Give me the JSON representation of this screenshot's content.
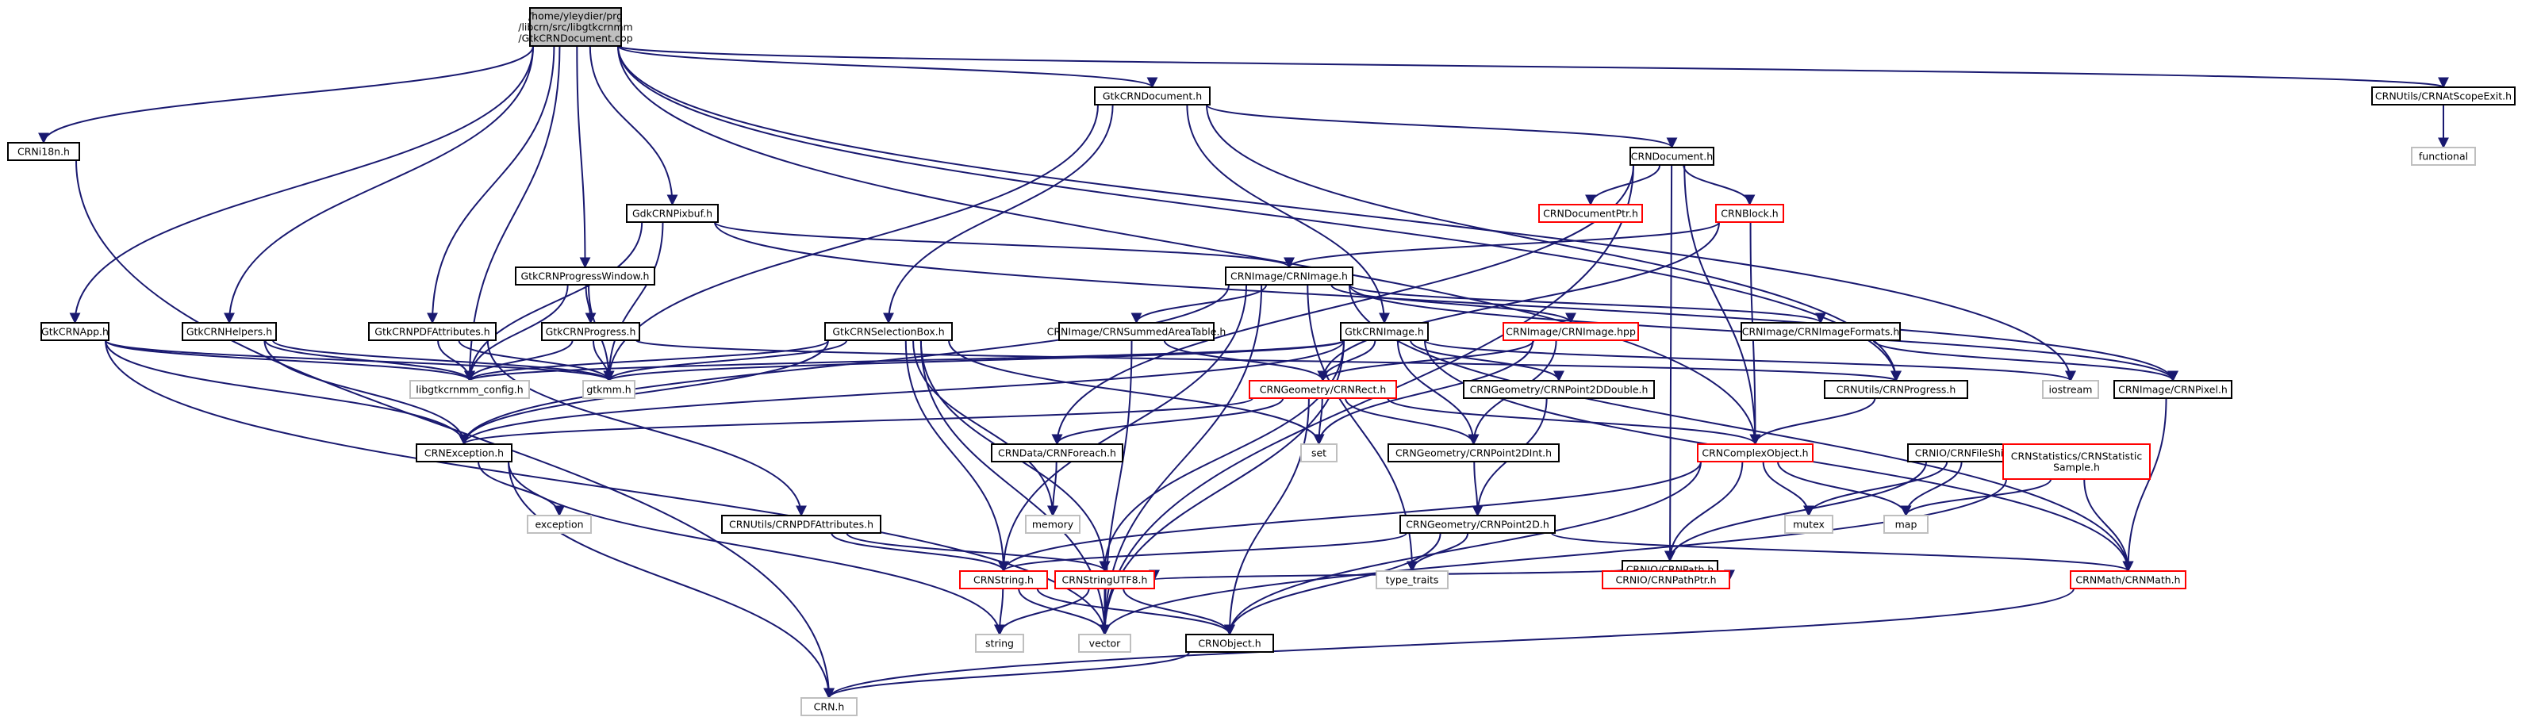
{
  "colors": {
    "edge": "#191970",
    "node_border": "#000000",
    "missing_border": "#bfbfbf",
    "error_border": "#ff0000",
    "root_fill": "#bfbfbf",
    "node_fill": "#ffffff",
    "text": "#000000"
  },
  "graph": {
    "nodes": [
      {
        "id": "root",
        "lines": [
          "/home/yleydier/prg",
          "/libcrn/src/libgtkcrnmm",
          "/GtkCRNDocument.cpp"
        ],
        "style": "root"
      },
      {
        "id": "crni18n",
        "lines": [
          "CRNi18n.h"
        ],
        "style": "normal"
      },
      {
        "id": "gtkcrnapp",
        "lines": [
          "GtkCRNApp.h"
        ],
        "style": "normal"
      },
      {
        "id": "gtkcrnhelpers",
        "lines": [
          "GtkCRNHelpers.h"
        ],
        "style": "normal"
      },
      {
        "id": "gtkcrnpdfattr",
        "lines": [
          "GtkCRNPDFAttributes.h"
        ],
        "style": "normal"
      },
      {
        "id": "gtkcrnprogresswin",
        "lines": [
          "GtkCRNProgressWindow.h"
        ],
        "style": "normal"
      },
      {
        "id": "gtkcrnprogress",
        "lines": [
          "GtkCRNProgress.h"
        ],
        "style": "normal"
      },
      {
        "id": "gdkcrnpixbuf",
        "lines": [
          "GdkCRNPixbuf.h"
        ],
        "style": "normal"
      },
      {
        "id": "gtkcrndocument",
        "lines": [
          "GtkCRNDocument.h"
        ],
        "style": "normal"
      },
      {
        "id": "crndocument",
        "lines": [
          "CRNDocument.h"
        ],
        "style": "normal"
      },
      {
        "id": "crndocumentptr",
        "lines": [
          "CRNDocumentPtr.h"
        ],
        "style": "error"
      },
      {
        "id": "crnblock",
        "lines": [
          "CRNBlock.h"
        ],
        "style": "error"
      },
      {
        "id": "crnimage",
        "lines": [
          "CRNImage/CRNImage.h"
        ],
        "style": "normal"
      },
      {
        "id": "crnatscopeexit",
        "lines": [
          "CRNUtils/CRNAtScopeExit.h"
        ],
        "style": "normal"
      },
      {
        "id": "functional",
        "lines": [
          "functional"
        ],
        "style": "missing"
      },
      {
        "id": "gtkcrnselbox",
        "lines": [
          "GtkCRNSelectionBox.h"
        ],
        "style": "normal"
      },
      {
        "id": "summedarea",
        "lines": [
          "CRNImage/CRNSummedAreaTable.h"
        ],
        "style": "normal"
      },
      {
        "id": "gtkcrnimage",
        "lines": [
          "GtkCRNImage.h"
        ],
        "style": "normal"
      },
      {
        "id": "crnimagehpp",
        "lines": [
          "CRNImage/CRNImage.hpp"
        ],
        "style": "error"
      },
      {
        "id": "imageformats",
        "lines": [
          "CRNImage/CRNImageFormats.h"
        ],
        "style": "normal"
      },
      {
        "id": "libgtkconfig",
        "lines": [
          "libgtkcrnmm_config.h"
        ],
        "style": "missing"
      },
      {
        "id": "gtkmm",
        "lines": [
          "gtkmm.h"
        ],
        "style": "missing"
      },
      {
        "id": "crnrect",
        "lines": [
          "CRNGeometry/CRNRect.h"
        ],
        "style": "error"
      },
      {
        "id": "point2ddouble",
        "lines": [
          "CRNGeometry/CRNPoint2DDouble.h"
        ],
        "style": "normal"
      },
      {
        "id": "crnprogress",
        "lines": [
          "CRNUtils/CRNProgress.h"
        ],
        "style": "normal"
      },
      {
        "id": "iostream",
        "lines": [
          "iostream"
        ],
        "style": "missing"
      },
      {
        "id": "crnpixel",
        "lines": [
          "CRNImage/CRNPixel.h"
        ],
        "style": "normal"
      },
      {
        "id": "crnexception",
        "lines": [
          "CRNException.h"
        ],
        "style": "normal"
      },
      {
        "id": "crnforeach",
        "lines": [
          "CRNData/CRNForeach.h"
        ],
        "style": "normal"
      },
      {
        "id": "set",
        "lines": [
          "set"
        ],
        "style": "missing"
      },
      {
        "id": "point2dint",
        "lines": [
          "CRNGeometry/CRNPoint2DInt.h"
        ],
        "style": "normal"
      },
      {
        "id": "complexobject",
        "lines": [
          "CRNComplexObject.h"
        ],
        "style": "error"
      },
      {
        "id": "fileshield",
        "lines": [
          "CRNIO/CRNFileShield.h"
        ],
        "style": "normal"
      },
      {
        "id": "statsample",
        "lines": [
          "CRNStatistics/CRNStatistic",
          "Sample.h"
        ],
        "style": "error"
      },
      {
        "id": "exception",
        "lines": [
          "exception"
        ],
        "style": "missing"
      },
      {
        "id": "memory",
        "lines": [
          "memory"
        ],
        "style": "missing"
      },
      {
        "id": "mutex",
        "lines": [
          "mutex"
        ],
        "style": "missing"
      },
      {
        "id": "map",
        "lines": [
          "map"
        ],
        "style": "missing"
      },
      {
        "id": "pdfattributes",
        "lines": [
          "CRNUtils/CRNPDFAttributes.h"
        ],
        "style": "normal"
      },
      {
        "id": "point2d",
        "lines": [
          "CRNGeometry/CRNPoint2D.h"
        ],
        "style": "normal"
      },
      {
        "id": "crnpath",
        "lines": [
          "CRNIO/CRNPath.h"
        ],
        "style": "normal"
      },
      {
        "id": "type_traits",
        "lines": [
          "type_traits"
        ],
        "style": "missing"
      },
      {
        "id": "crnstring",
        "lines": [
          "CRNString.h"
        ],
        "style": "error"
      },
      {
        "id": "crnstringutf8",
        "lines": [
          "CRNStringUTF8.h"
        ],
        "style": "error"
      },
      {
        "id": "crnpathptr",
        "lines": [
          "CRNIO/CRNPathPtr.h"
        ],
        "style": "error"
      },
      {
        "id": "crnmath",
        "lines": [
          "CRNMath/CRNMath.h"
        ],
        "style": "error"
      },
      {
        "id": "string",
        "lines": [
          "string"
        ],
        "style": "missing"
      },
      {
        "id": "vector",
        "lines": [
          "vector"
        ],
        "style": "missing"
      },
      {
        "id": "crnobject",
        "lines": [
          "CRNObject.h"
        ],
        "style": "normal"
      },
      {
        "id": "crnh",
        "lines": [
          "CRN.h"
        ],
        "style": "missing"
      }
    ],
    "edges": [
      [
        "root",
        "crni18n"
      ],
      [
        "root",
        "gtkcrnapp"
      ],
      [
        "root",
        "gtkcrnhelpers"
      ],
      [
        "root",
        "gtkcrnpdfattr"
      ],
      [
        "root",
        "gtkcrnprogresswin"
      ],
      [
        "root",
        "gdkcrnpixbuf"
      ],
      [
        "root",
        "gtkcrndocument"
      ],
      [
        "root",
        "crnatscopeexit"
      ],
      [
        "root",
        "libgtkconfig"
      ],
      [
        "root",
        "crnprogress"
      ],
      [
        "root",
        "iostream"
      ],
      [
        "root",
        "complexobject"
      ],
      [
        "crni18n",
        "crnh"
      ],
      [
        "gtkcrnapp",
        "libgtkconfig"
      ],
      [
        "gtkcrnapp",
        "gtkmm"
      ],
      [
        "gtkcrnapp",
        "crnexception"
      ],
      [
        "gtkcrnapp",
        "vector"
      ],
      [
        "gtkcrnhelpers",
        "libgtkconfig"
      ],
      [
        "gtkcrnhelpers",
        "gtkmm"
      ],
      [
        "gtkcrnhelpers",
        "crnexception"
      ],
      [
        "gtkcrnpdfattr",
        "libgtkconfig"
      ],
      [
        "gtkcrnpdfattr",
        "gtkmm"
      ],
      [
        "gtkcrnpdfattr",
        "pdfattributes"
      ],
      [
        "gtkcrnprogresswin",
        "gtkcrnprogress"
      ],
      [
        "gtkcrnprogresswin",
        "libgtkconfig"
      ],
      [
        "gtkcrnprogresswin",
        "gtkmm"
      ],
      [
        "gtkcrnprogress",
        "libgtkconfig"
      ],
      [
        "gtkcrnprogress",
        "gtkmm"
      ],
      [
        "gtkcrnprogress",
        "crnprogress"
      ],
      [
        "gdkcrnpixbuf",
        "libgtkconfig"
      ],
      [
        "gdkcrnpixbuf",
        "gtkmm"
      ],
      [
        "gdkcrnpixbuf",
        "crnimage"
      ],
      [
        "gdkcrnpixbuf",
        "crnpixel"
      ],
      [
        "gtkcrndocument",
        "gtkcrnselbox"
      ],
      [
        "gtkcrndocument",
        "gtkcrnimage"
      ],
      [
        "gtkcrndocument",
        "crndocument"
      ],
      [
        "gtkcrndocument",
        "gtkmm"
      ],
      [
        "gtkcrndocument",
        "crnprogress"
      ],
      [
        "crndocument",
        "crndocumentptr"
      ],
      [
        "crndocument",
        "crnblock"
      ],
      [
        "crndocument",
        "crnforeach"
      ],
      [
        "crndocument",
        "crnpath"
      ],
      [
        "crndocument",
        "complexobject"
      ],
      [
        "crndocument",
        "vector"
      ],
      [
        "crnblock",
        "crnimage"
      ],
      [
        "crnblock",
        "crnrect"
      ],
      [
        "crnblock",
        "complexobject"
      ],
      [
        "crnimage",
        "summedarea"
      ],
      [
        "crnimage",
        "crnimagehpp"
      ],
      [
        "crnimage",
        "imageformats"
      ],
      [
        "crnimage",
        "crnexception"
      ],
      [
        "crnimage",
        "crnstring"
      ],
      [
        "crnimage",
        "vector"
      ],
      [
        "crnimage",
        "type_traits"
      ],
      [
        "crnimage",
        "crnmath"
      ],
      [
        "crnimage",
        "crnpixel"
      ],
      [
        "crnatscopeexit",
        "functional"
      ],
      [
        "gtkcrnselbox",
        "libgtkconfig"
      ],
      [
        "gtkcrnselbox",
        "gtkmm"
      ],
      [
        "gtkcrnselbox",
        "crnexception"
      ],
      [
        "gtkcrnselbox",
        "set"
      ],
      [
        "gtkcrnselbox",
        "memory"
      ],
      [
        "gtkcrnselbox",
        "vector"
      ],
      [
        "gtkcrnselbox",
        "crnstring"
      ],
      [
        "gtkcrnselbox",
        "crnstringutf8"
      ],
      [
        "summedarea",
        "crnrect"
      ],
      [
        "summedarea",
        "vector"
      ],
      [
        "gtkcrnimage",
        "libgtkconfig"
      ],
      [
        "gtkcrnimage",
        "gtkmm"
      ],
      [
        "gtkcrnimage",
        "crnrect"
      ],
      [
        "gtkcrnimage",
        "point2ddouble"
      ],
      [
        "gtkcrnimage",
        "point2dint"
      ],
      [
        "gtkcrnimage",
        "crnstringutf8"
      ],
      [
        "gtkcrnimage",
        "crnexception"
      ],
      [
        "gtkcrnimage",
        "iostream"
      ],
      [
        "gtkcrnimage",
        "crnmath"
      ],
      [
        "gtkcrnimage",
        "vector"
      ],
      [
        "crnimagehpp",
        "crnrect"
      ],
      [
        "crnimagehpp",
        "set"
      ],
      [
        "crnimagehpp",
        "point2dint"
      ],
      [
        "imageformats",
        "crnpixel"
      ],
      [
        "crnrect",
        "crnexception"
      ],
      [
        "crnrect",
        "crnforeach"
      ],
      [
        "crnrect",
        "set"
      ],
      [
        "crnrect",
        "point2dint"
      ],
      [
        "crnrect",
        "crnobject"
      ],
      [
        "crnrect",
        "complexobject"
      ],
      [
        "point2ddouble",
        "point2d"
      ],
      [
        "crnprogress",
        "complexobject"
      ],
      [
        "crnpixel",
        "crnmath"
      ],
      [
        "crnexception",
        "exception"
      ],
      [
        "crnexception",
        "string"
      ],
      [
        "crnexception",
        "crnh"
      ],
      [
        "crnforeach",
        "memory"
      ],
      [
        "point2dint",
        "point2d"
      ],
      [
        "complexobject",
        "crnpath"
      ],
      [
        "complexobject",
        "mutex"
      ],
      [
        "complexobject",
        "map"
      ],
      [
        "complexobject",
        "crnstring"
      ],
      [
        "complexobject",
        "crnobject"
      ],
      [
        "fileshield",
        "crnpath"
      ],
      [
        "fileshield",
        "mutex"
      ],
      [
        "fileshield",
        "map"
      ],
      [
        "statsample",
        "map"
      ],
      [
        "statsample",
        "crnmath"
      ],
      [
        "statsample",
        "vector"
      ],
      [
        "pdfattributes",
        "crnstring"
      ],
      [
        "pdfattributes",
        "crnstringutf8"
      ],
      [
        "point2d",
        "type_traits"
      ],
      [
        "point2d",
        "crnobject"
      ],
      [
        "point2d",
        "crnstring"
      ],
      [
        "point2d",
        "crnmath"
      ],
      [
        "crnpath",
        "crnpathptr"
      ],
      [
        "crnpath",
        "crnstringutf8"
      ],
      [
        "crnstring",
        "string"
      ],
      [
        "crnstring",
        "vector"
      ],
      [
        "crnstring",
        "crnobject"
      ],
      [
        "crnstringutf8",
        "string"
      ],
      [
        "crnstringutf8",
        "vector"
      ],
      [
        "crnstringutf8",
        "crnobject"
      ],
      [
        "crnmath",
        "crnh"
      ],
      [
        "crnobject",
        "crnh"
      ]
    ]
  }
}
